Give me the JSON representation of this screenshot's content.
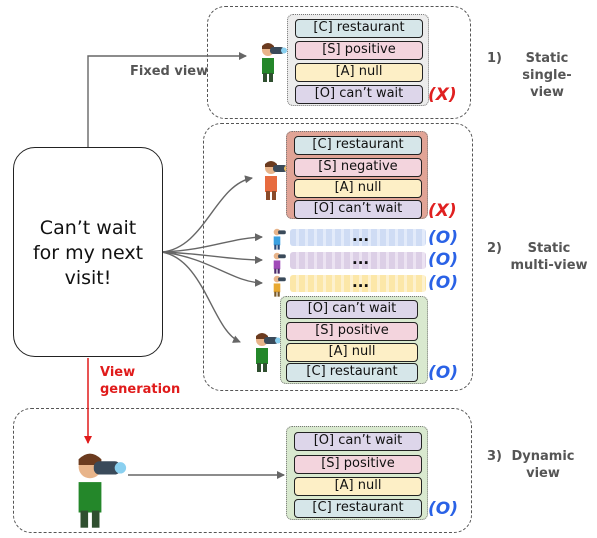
{
  "input_text": "Can’t wait for my next visit!",
  "labels": {
    "fixed_view": "Fixed view",
    "view_generation": "View generation"
  },
  "sections": [
    {
      "number": "1)",
      "name": "Static single-view"
    },
    {
      "number": "2)",
      "name": "Static multi-view"
    },
    {
      "number": "3)",
      "name": "Dynamic view"
    }
  ],
  "views": {
    "single": [
      "[C] restaurant",
      "[S] positive",
      "[A] null",
      "[O] can’t wait"
    ],
    "multi_top": [
      "[C] restaurant",
      "[S] negative",
      "[A] null",
      "[O] can’t wait"
    ],
    "multi_ellipsis": [
      "...",
      "...",
      "..."
    ],
    "multi_bottom": [
      "[O] can’t wait",
      "[S] positive",
      "[A] null",
      "[C] restaurant"
    ],
    "dynamic": [
      "[O] can’t wait",
      "[S] positive",
      "[A] null",
      "[C] restaurant"
    ]
  },
  "marks": {
    "wrong": "(X)",
    "correct": "(O)"
  },
  "colors": {
    "category": "#d6e6e9",
    "sentiment": "#f3d4dd",
    "aspect": "#fdefc6",
    "opinion": "#ddd6ea",
    "group_gray": "#ececec",
    "group_red": "#e1a496",
    "group_green": "#d9e9cf",
    "wrong_mark": "#e02020",
    "correct_mark": "#2a62e6",
    "view_generation_arrow": "#e01b1b"
  },
  "icons": [
    "person-with-binoculars-icon"
  ]
}
